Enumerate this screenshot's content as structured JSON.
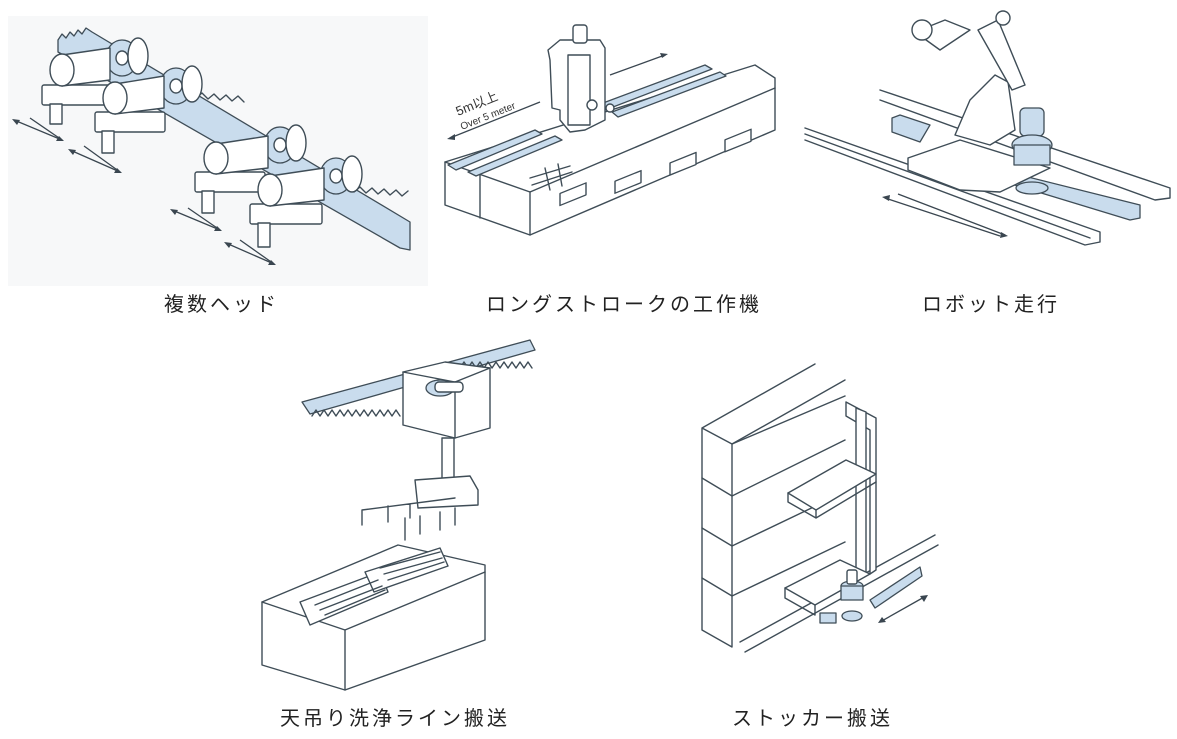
{
  "panels": [
    {
      "id": "multi-head",
      "caption": "複数ヘッド"
    },
    {
      "id": "long-stroke",
      "caption": "ロングストロークの工作機",
      "labels": {
        "jp": "5m以上",
        "en": "Over 5 meter"
      }
    },
    {
      "id": "robot-travel",
      "caption": "ロボット走行"
    },
    {
      "id": "overhead-wash",
      "caption": "天吊り洗浄ライン搬送"
    },
    {
      "id": "stocker",
      "caption": "ストッカー搬送"
    }
  ],
  "colors": {
    "rack_fill": "#c9dced",
    "line": "#3f4d57",
    "text": "#222222"
  }
}
